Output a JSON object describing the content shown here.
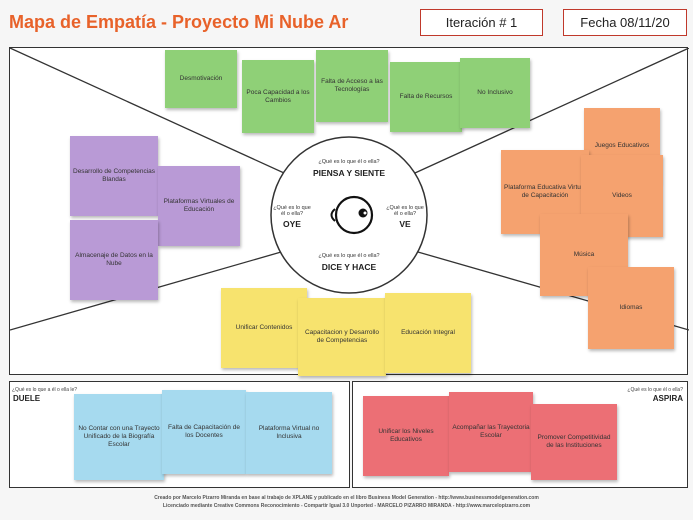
{
  "header": {
    "title": "Mapa de Empatía - Proyecto Mi Nube Ar",
    "iteration": "Iteración # 1",
    "date": "Fecha 08/11/20"
  },
  "center": {
    "think_question": "¿Qué es lo que él o ella?",
    "think_label": "PIENSA Y SIENTE",
    "hear_question": "¿Qué es lo que él o ella?",
    "hear_label": "OYE",
    "see_question": "¿Qué es lo que él o ella?",
    "see_label": "VE",
    "say_question": "¿Qué es lo que él o ella?",
    "say_label": "DICE Y HACE"
  },
  "pain": {
    "question": "¿Qué es lo que a él o ella le?",
    "label": "DUELE",
    "notes": [
      "No Contar con una Trayecto Unificado de la Biografía Escolar",
      "Falta de Capacitación de los Docentes",
      "Plataforma Virtual no Inclusiva"
    ]
  },
  "gain": {
    "question": "¿Qué es lo que él o ella?",
    "label": "ASPIRA",
    "notes": [
      "Unificar los Niveles Educativos",
      "Acompañar las Trayectoria Escolar",
      "Promover Competitividad de las Instituciones"
    ]
  },
  "think_notes": [
    "Desmotivación",
    "Poca Capacidad a los Cambios",
    "Falta de Acceso a las Tecnologías",
    "Falta de Recursos",
    "No Inclusivo"
  ],
  "hear_notes": [
    "Desarrollo de Competencias Blandas",
    "Plataformas Virtuales de Educación",
    "Almacenaje de Datos en la Nube"
  ],
  "see_notes": [
    "Juegos Educativos",
    "Plataforma Educativa Virtual de Capacitación",
    "Videos",
    "Música",
    "Idiomas"
  ],
  "say_notes": [
    "Unificar Contenidos",
    "Capacitacion y Desarrollo de Competencias",
    "Educación Integral"
  ],
  "footer": {
    "line1": "Creado por Marcelo Pizarro Miranda en base al trabajo de XPLANE y publicado en el libro Business Model Generation - http://www.businessmodelgeneration.com",
    "line2": "Licenciado mediante Creative Commons Reconocimiento - Compartir Igual 3.0 Unported - MARCELO PIZARRO MIRANDA - http://www.marcelopizarro.com"
  }
}
